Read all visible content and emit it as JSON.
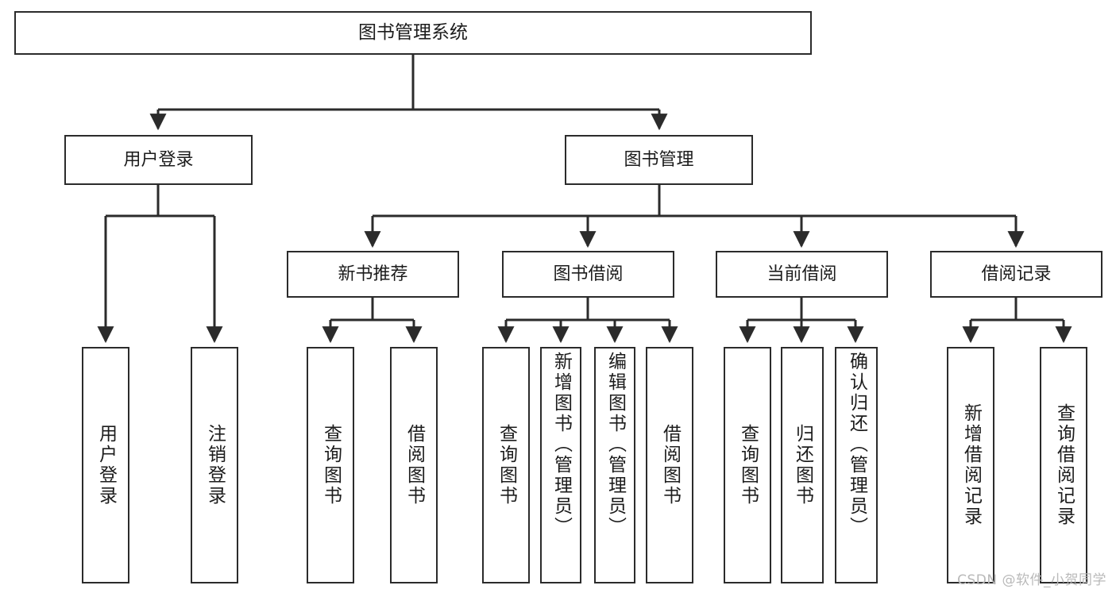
{
  "diagram": {
    "title": "图书管理系统",
    "type": "hierarchy-tree",
    "root": {
      "id": "root",
      "label": "图书管理系统"
    },
    "level2": [
      {
        "id": "user-login",
        "label": "用户登录"
      },
      {
        "id": "book-management",
        "label": "图书管理"
      }
    ],
    "level3": [
      {
        "id": "new-book-recommend",
        "label": "新书推荐",
        "parent": "book-management"
      },
      {
        "id": "book-borrow",
        "label": "图书借阅",
        "parent": "book-management"
      },
      {
        "id": "current-borrow",
        "label": "当前借阅",
        "parent": "book-management"
      },
      {
        "id": "borrow-record",
        "label": "借阅记录",
        "parent": "book-management"
      }
    ],
    "leaves": [
      {
        "id": "leaf-user-login",
        "label": "用户登录",
        "parent": "user-login"
      },
      {
        "id": "leaf-logout-login",
        "label": "注销登录",
        "parent": "user-login"
      },
      {
        "id": "leaf-query-book-1",
        "label": "查询图书",
        "parent": "new-book-recommend"
      },
      {
        "id": "leaf-borrow-book-1",
        "label": "借阅图书",
        "parent": "new-book-recommend"
      },
      {
        "id": "leaf-query-book-2",
        "label": "查询图书",
        "parent": "book-borrow"
      },
      {
        "id": "leaf-add-book",
        "label": "新增图书（管理员）",
        "parent": "book-borrow"
      },
      {
        "id": "leaf-edit-book",
        "label": "编辑图书（管理员）",
        "parent": "book-borrow"
      },
      {
        "id": "leaf-borrow-book-2",
        "label": "借阅图书",
        "parent": "book-borrow"
      },
      {
        "id": "leaf-query-book-3",
        "label": "查询图书",
        "parent": "current-borrow"
      },
      {
        "id": "leaf-return-book",
        "label": "归还图书",
        "parent": "current-borrow"
      },
      {
        "id": "leaf-confirm-return",
        "label": "确认归还（管理员）",
        "parent": "current-borrow"
      },
      {
        "id": "leaf-add-record",
        "label": "新增借阅记录",
        "parent": "borrow-record"
      },
      {
        "id": "leaf-query-record",
        "label": "查询借阅记录",
        "parent": "borrow-record"
      }
    ],
    "colors": {
      "stroke": "#2b2b2b",
      "text": "#1c1c1c",
      "background": "#ffffff",
      "watermark": "#b9b9b9"
    }
  },
  "watermark": {
    "text": "CSDN @软件_小贺同学"
  }
}
